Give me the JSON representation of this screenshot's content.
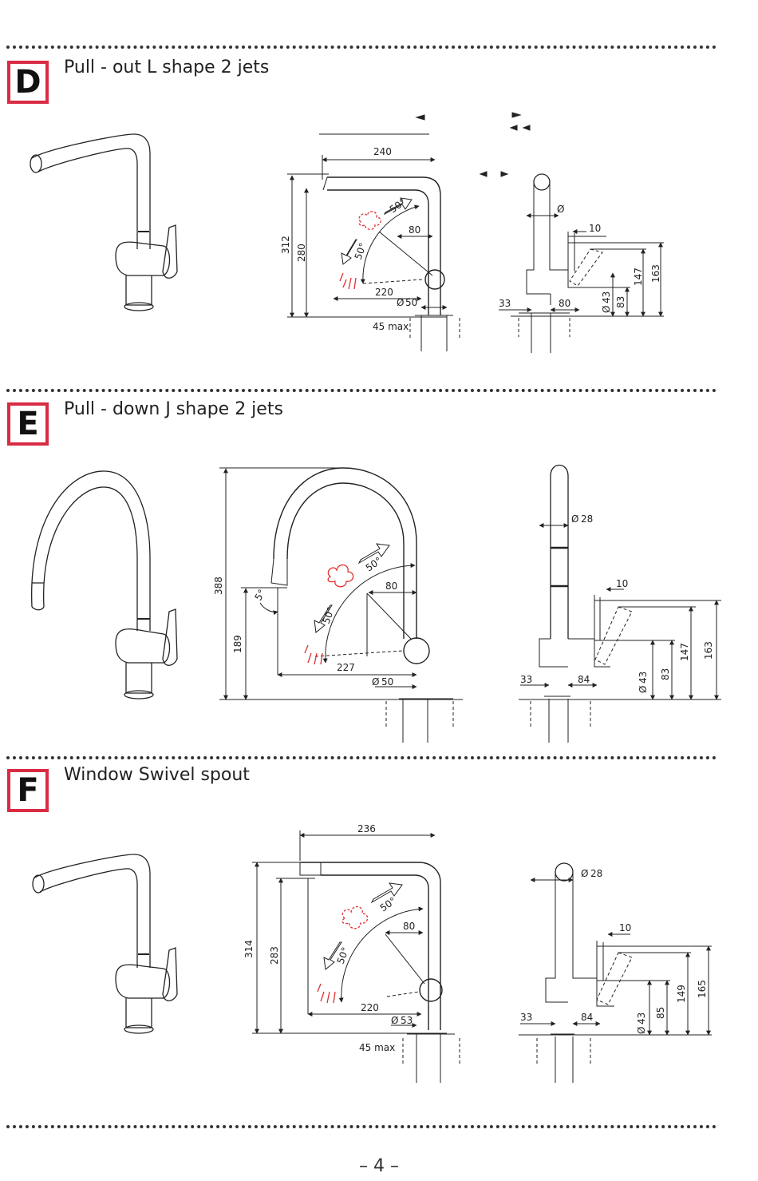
{
  "page_number": "– 4 –",
  "sections": [
    {
      "letter": "D",
      "title": "Pull - out L shape 2 jets",
      "dims": {
        "reach": "240",
        "height_total": "312",
        "height_spout": "280",
        "angle_a": "50°",
        "angle_b": "50°",
        "spray_offset": "80",
        "spray_reach": "220",
        "base_dia": "50",
        "deck": "45 max",
        "spout_dia": "",
        "lever_gap": "10",
        "base_left": "33",
        "base_right": "80",
        "hole_dia": "43",
        "h1": "83",
        "h2": "147",
        "h3": "163"
      }
    },
    {
      "letter": "E",
      "title": "Pull - down J shape 2 jets",
      "dims": {
        "height_total": "388",
        "height_spout": "189",
        "tilt": "5°",
        "angle_a": "50°",
        "angle_b": "50°",
        "spray_offset": "80",
        "spray_reach": "227",
        "base_dia": "50",
        "spout_dia": "28",
        "lever_gap": "10",
        "base_left": "33",
        "base_right": "84",
        "hole_dia": "43",
        "h1": "83",
        "h2": "147",
        "h3": "163"
      }
    },
    {
      "letter": "F",
      "title": "Window Swivel spout",
      "dims": {
        "reach": "236",
        "height_total": "314",
        "height_spout": "283",
        "angle_a": "50°",
        "angle_b": "50°",
        "spray_offset": "80",
        "spray_reach": "220",
        "base_dia": "53",
        "deck": "45 max",
        "spout_dia": "28",
        "lever_gap": "10",
        "base_left": "33",
        "base_right": "84",
        "hole_dia": "43",
        "h1": "85",
        "h2": "149",
        "h3": "165"
      }
    }
  ],
  "colors": {
    "frame": "#d92b44",
    "spray": "#e03030",
    "line": "#222222"
  }
}
